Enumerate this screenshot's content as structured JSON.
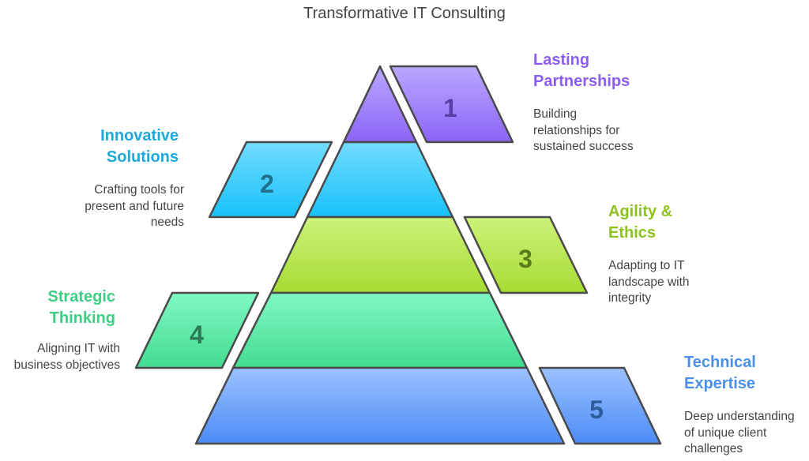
{
  "title": "Transformative IT Consulting",
  "levels": [
    {
      "number": "1",
      "heading": "Lasting Partnerships",
      "heading_lines": [
        "Lasting",
        "Partnerships"
      ],
      "description_lines": [
        "Building",
        "relationships for",
        "sustained success"
      ],
      "color": "#8B5CF6"
    },
    {
      "number": "2",
      "heading": "Innovative Solutions",
      "heading_lines": [
        "Innovative",
        "Solutions"
      ],
      "description_lines": [
        "Crafting tools for",
        "present and future",
        "needs"
      ],
      "color": "#1DA9DB"
    },
    {
      "number": "3",
      "heading": "Agility & Ethics",
      "heading_lines": [
        "Agility &",
        "Ethics"
      ],
      "description_lines": [
        "Adapting to IT",
        "landscape with",
        "integrity"
      ],
      "color": "#8DC21F"
    },
    {
      "number": "4",
      "heading": "Strategic Thinking",
      "heading_lines": [
        "Strategic",
        "Thinking"
      ],
      "description_lines": [
        "Aligning IT with",
        "business objectives"
      ],
      "color": "#3ECF85"
    },
    {
      "number": "5",
      "heading": "Technical Expertise",
      "heading_lines": [
        "Technical",
        "Expertise"
      ],
      "description_lines": [
        "Deep understanding",
        "of unique client",
        "challenges"
      ],
      "color": "#4A8FE7"
    }
  ]
}
